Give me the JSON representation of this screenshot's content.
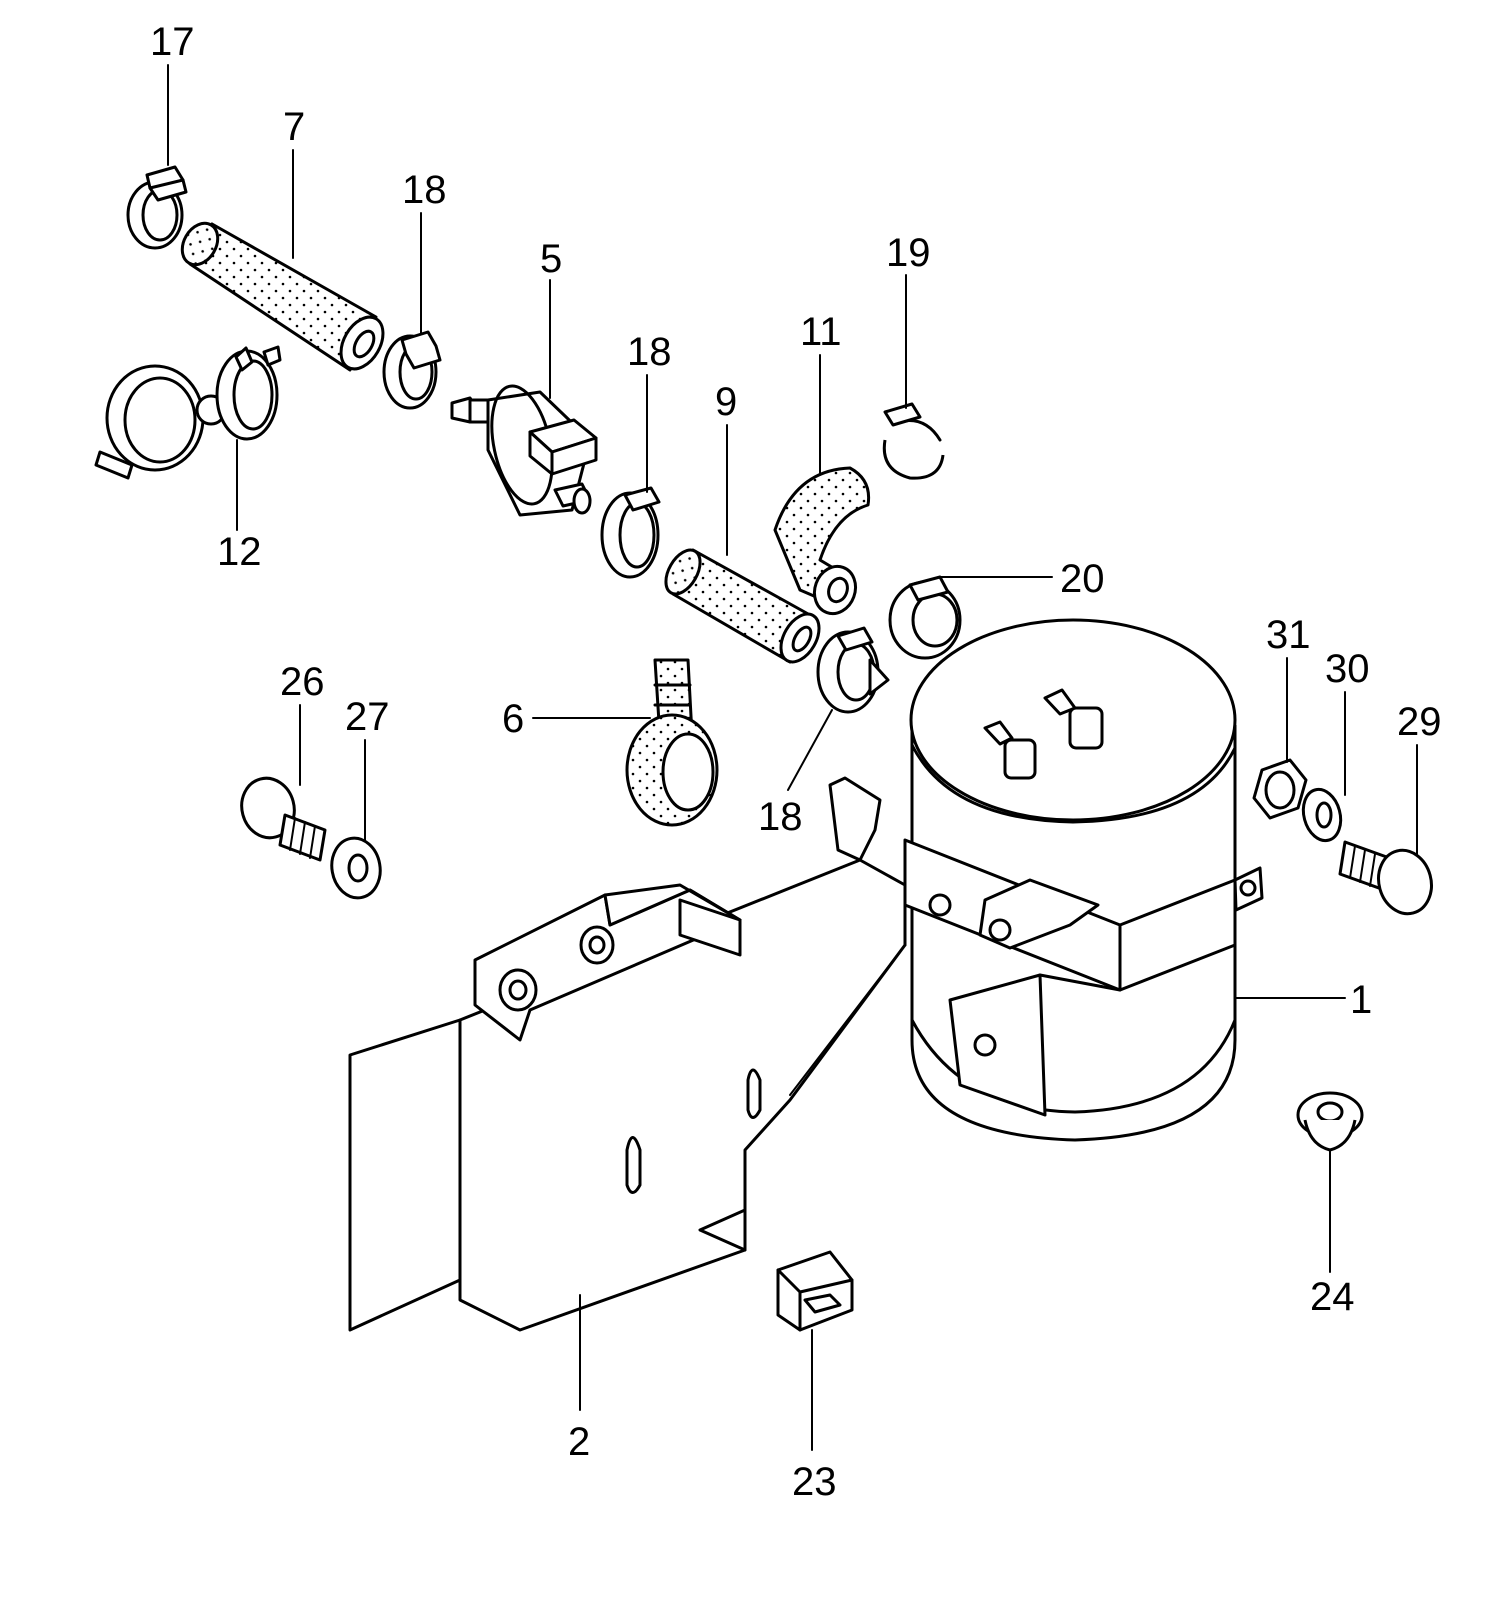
{
  "diagram": {
    "callouts": [
      {
        "id": "p17",
        "text": "17"
      },
      {
        "id": "p7",
        "text": "7"
      },
      {
        "id": "p18a",
        "text": "18"
      },
      {
        "id": "p5",
        "text": "5"
      },
      {
        "id": "p18b",
        "text": "18"
      },
      {
        "id": "p11",
        "text": "11"
      },
      {
        "id": "p19",
        "text": "19"
      },
      {
        "id": "p9",
        "text": "9"
      },
      {
        "id": "p12",
        "text": "12"
      },
      {
        "id": "p20",
        "text": "20"
      },
      {
        "id": "p31",
        "text": "31"
      },
      {
        "id": "p30",
        "text": "30"
      },
      {
        "id": "p29",
        "text": "29"
      },
      {
        "id": "p26",
        "text": "26"
      },
      {
        "id": "p27",
        "text": "27"
      },
      {
        "id": "p6",
        "text": "6"
      },
      {
        "id": "p18c",
        "text": "18"
      },
      {
        "id": "p1",
        "text": "1"
      },
      {
        "id": "p24",
        "text": "24"
      },
      {
        "id": "p2",
        "text": "2"
      },
      {
        "id": "p23",
        "text": "23"
      }
    ]
  }
}
